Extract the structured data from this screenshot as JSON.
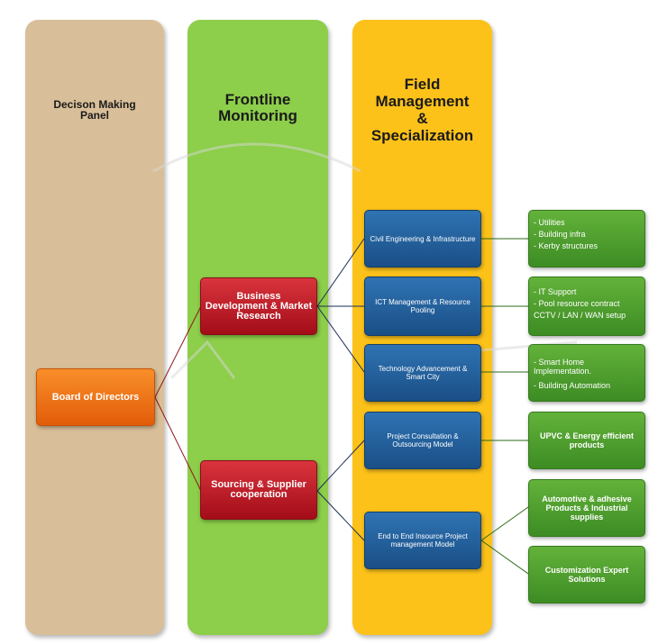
{
  "columns": {
    "decision_title": "Decison Making Panel",
    "frontline_title": "Frontline Monitoring",
    "field_title_lines": [
      "Field",
      "Management",
      "&",
      "Specialization"
    ]
  },
  "nodes": {
    "board": "Board of Directors",
    "business_dev": "Business Development & Market Research",
    "sourcing": "Sourcing & Supplier cooperation",
    "civil": "Civil Engineering  & Infrastructure",
    "ict": "ICT Management & Resource Pooling",
    "tech": "Technology Advancement  & Smart City",
    "project": "Project Consultation & Outsourcing Model",
    "end_to_end": "End to End Insource Project management Model"
  },
  "details": {
    "civil": [
      "- Utilities",
      "- Building infra",
      "- Kerby structures"
    ],
    "ict": [
      "- IT Support",
      "- Pool resource contract",
      "CCTV / LAN / WAN setup"
    ],
    "tech": [
      "- Smart Home Implementation.",
      "- Building Automation"
    ],
    "upvc": "UPVC &  Energy efficient products",
    "automotive": "Automotive & adhesive Products & Industrial supplies",
    "customization": "Customization  Expert Solutions"
  },
  "colors": {
    "decision_column": "#d9bf99",
    "frontline_column": "#8dce4a",
    "field_column": "#fcc21a",
    "board_box": "#f07a1a",
    "red_box": "#c0202b",
    "blue_box": "#245f9c",
    "green_box": "#4f9e2f",
    "connector": "#8b1a1a"
  }
}
